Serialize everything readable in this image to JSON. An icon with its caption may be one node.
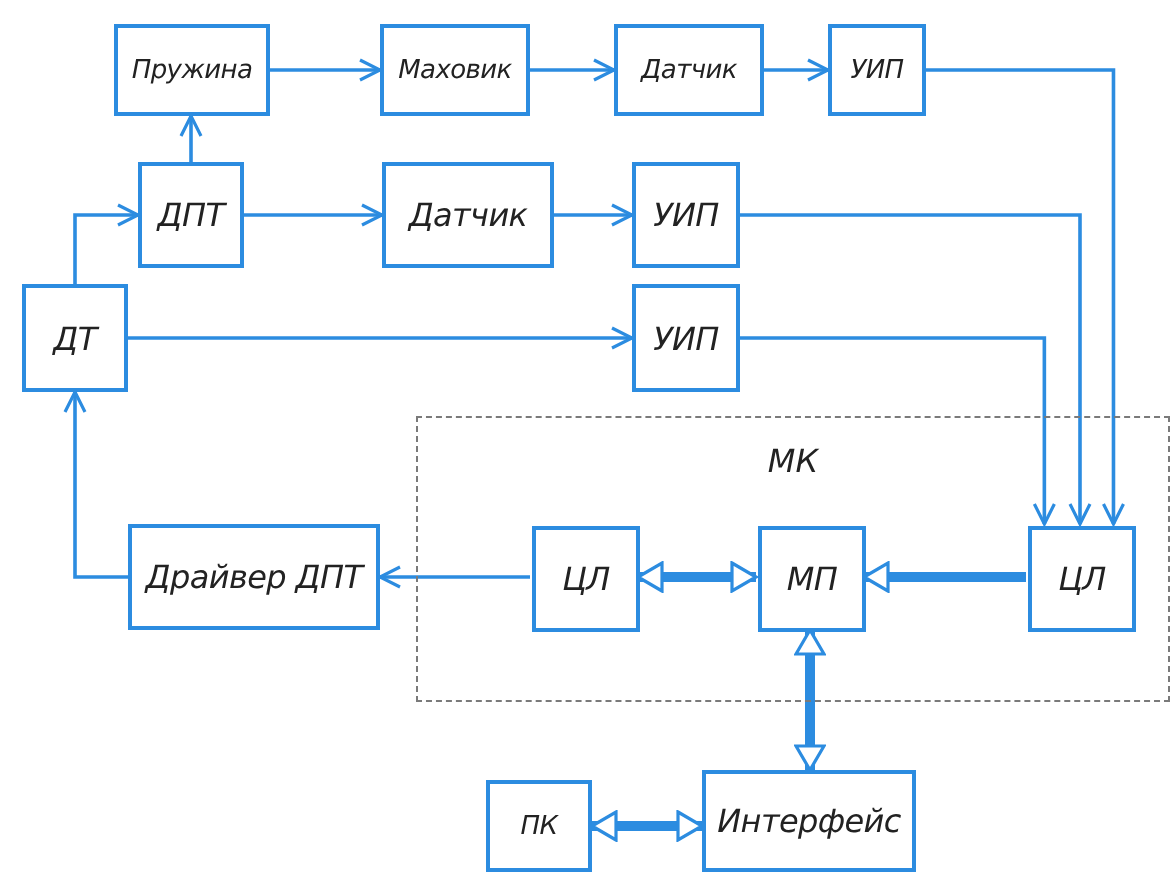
{
  "diagram": {
    "nodes": [
      {
        "text": [
          "Пружина"
        ]
      },
      {
        "text": [
          "Маховик"
        ]
      },
      {
        "text": [
          "Датчик"
        ]
      },
      {
        "text": [
          "УИП"
        ]
      },
      {
        "text": [
          "ДПТ"
        ]
      },
      {
        "text": [
          "Датчик"
        ]
      },
      {
        "text": [
          "УИП"
        ]
      },
      {
        "text": [
          "ДТ"
        ]
      },
      {
        "text": [
          "УИП"
        ]
      },
      {
        "text": [
          "МК"
        ]
      },
      {
        "text": [
          "Драйвер ДПТ"
        ]
      },
      {
        "text": [
          "ЦЛ"
        ],
        "in": 9
      },
      {
        "text": [
          "МП"
        ],
        "in": 9
      },
      {
        "text": [
          "ЦЛ"
        ],
        "in": 9
      },
      {
        "text": [
          "ПК"
        ]
      },
      {
        "text": [
          "Интерфейс"
        ]
      }
    ],
    "edges": [
      {
        "from": 0,
        "to": 1,
        "arrow": "to"
      },
      {
        "from": 1,
        "to": 2,
        "arrow": "to"
      },
      {
        "from": 2,
        "to": 3,
        "arrow": "to"
      },
      {
        "from": 4,
        "to": 0,
        "arrow": "to"
      },
      {
        "from": 4,
        "to": 5,
        "arrow": "to"
      },
      {
        "from": 5,
        "to": 6,
        "arrow": "to"
      },
      {
        "from": 7,
        "to": 4,
        "arrow": "to"
      },
      {
        "from": 7,
        "to": 8,
        "arrow": "to"
      },
      {
        "from": 3,
        "to": 13,
        "arrow": "to"
      },
      {
        "from": 6,
        "to": 13,
        "arrow": "to"
      },
      {
        "from": 8,
        "to": 13,
        "arrow": "to"
      },
      {
        "from": 11,
        "to": 10,
        "arrow": "to"
      },
      {
        "from": 10,
        "to": 7,
        "arrow": "to"
      },
      {
        "from": 11,
        "to": 12,
        "arrow": "both",
        "style": "thick"
      },
      {
        "from": 13,
        "to": 12,
        "arrow": "to",
        "style": "thick"
      },
      {
        "from": 12,
        "to": 15,
        "arrow": "both",
        "style": "thick"
      },
      {
        "from": 14,
        "to": 15,
        "arrow": "both",
        "style": "thick"
      }
    ]
  }
}
